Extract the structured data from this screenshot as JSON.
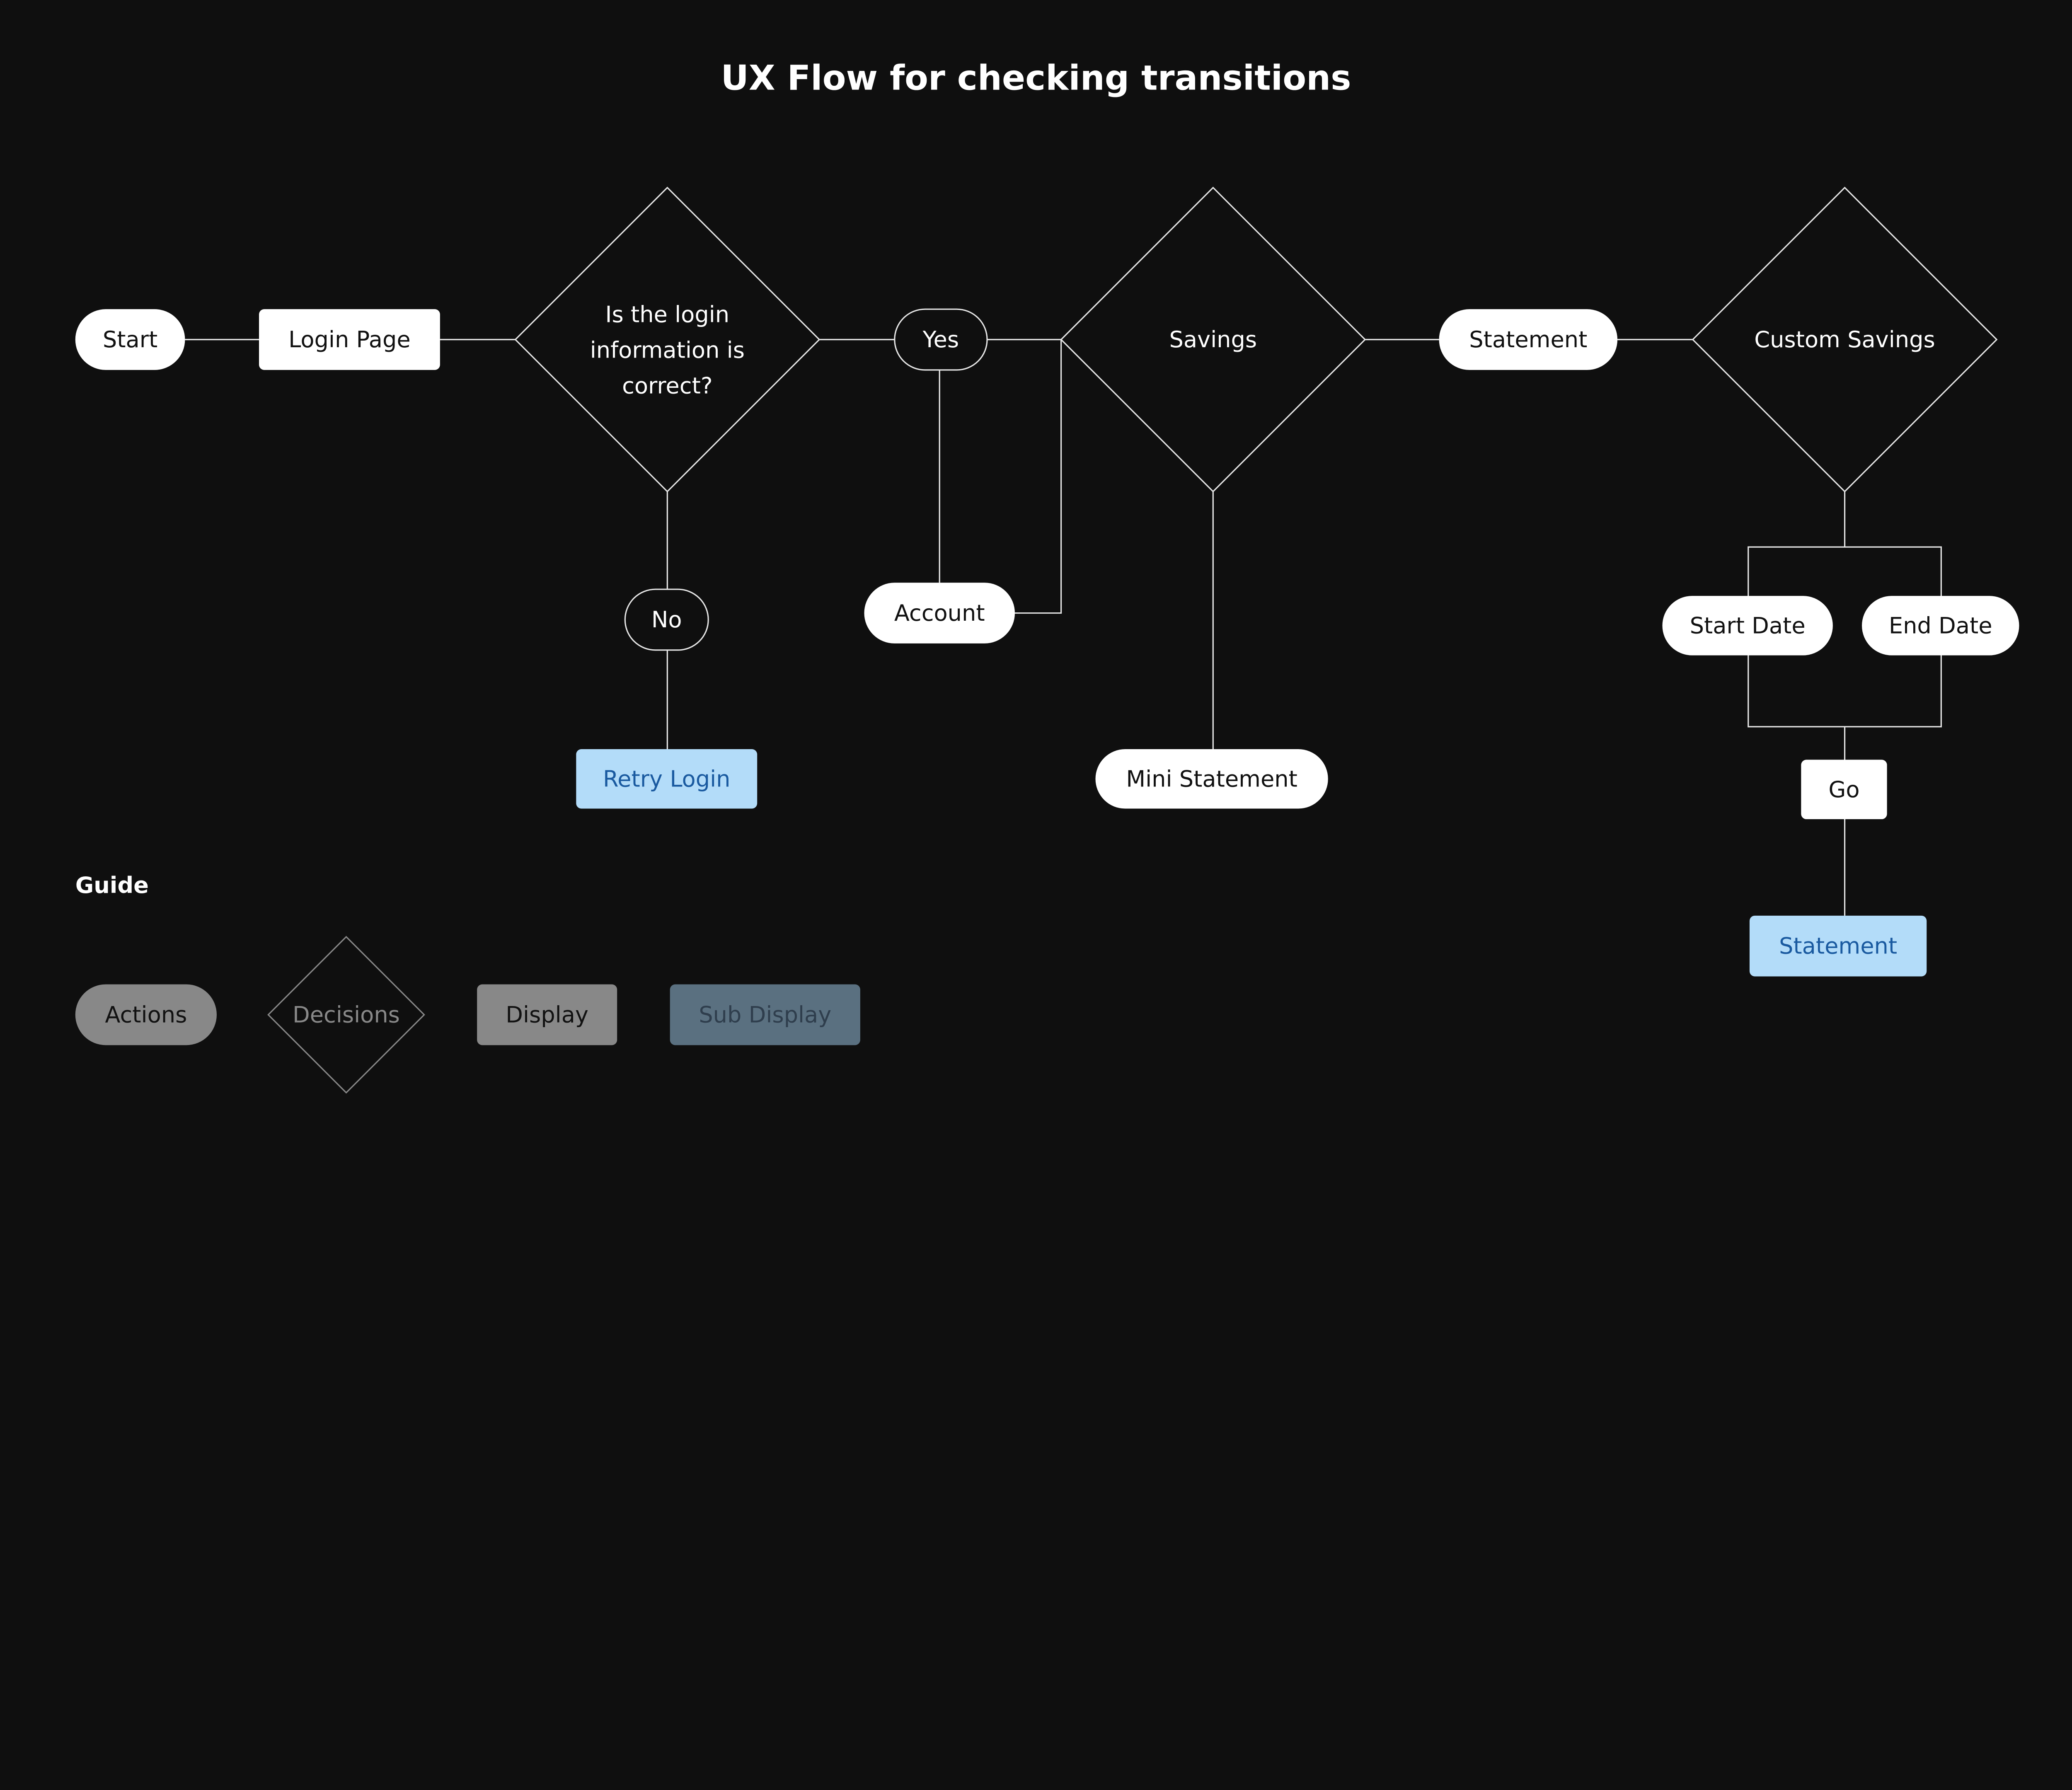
{
  "title": "UX Flow  for checking transitions",
  "colors": {
    "background": "#0f0f0f",
    "node_fill": "#ffffff",
    "node_text": "#111111",
    "sub_display_fill": "#b3dcf9",
    "sub_display_text": "#1a5aa0",
    "guide_gray": "#888888",
    "guide_sub_display": "#5a7080"
  },
  "nodes": {
    "start": "Start",
    "login_page": "Login Page",
    "login_decision": [
      "Is the login",
      "information is",
      "correct?"
    ],
    "yes": "Yes",
    "no": "No",
    "retry_login": "Retry Login",
    "account": "Account",
    "savings": "Savings",
    "mini_statement": "Mini Statement",
    "statement": "Statement",
    "custom_savings": "Custom Savings",
    "start_date": "Start Date",
    "end_date": "End Date",
    "go": "Go",
    "statement_result": "Statement"
  },
  "guide": {
    "title": "Guide",
    "actions": "Actions",
    "decisions": "Decisions",
    "display": "Display",
    "sub_display": "Sub Display"
  }
}
